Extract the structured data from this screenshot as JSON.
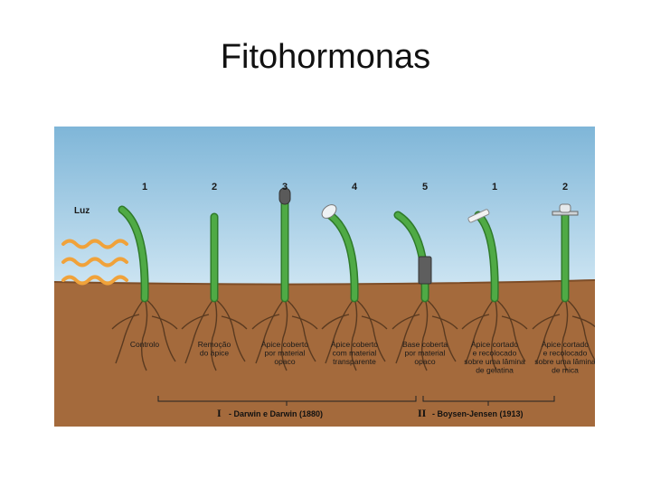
{
  "slide": {
    "title": "Fitohormonas"
  },
  "figure": {
    "light_label": "Luz",
    "colors": {
      "sky_top": "#7fb6d8",
      "sky_bottom": "#cfe6f3",
      "soil": "#a46a3c",
      "soil_dark": "#7e4d27",
      "stem": "#4faa45",
      "stem_dark": "#2f7a2a",
      "light_wave": "#f0a23a",
      "root": "#5a3a20"
    },
    "numbers": [
      "1",
      "2",
      "3",
      "4",
      "5",
      "1",
      "2"
    ],
    "captions": [
      [
        "Controlo"
      ],
      [
        "Remoção",
        "do ápice"
      ],
      [
        "Ápice coberto",
        "por material",
        "opaco"
      ],
      [
        "Ápice coberto",
        "com material",
        "transparente"
      ],
      [
        "Base coberta",
        "por material",
        "opaco"
      ],
      [
        "Ápice cortado",
        "e recolocado",
        "sobre uma lâmina",
        "de gelatina"
      ],
      [
        "Ápice cortado",
        "e recolocado",
        "sobre uma lâmina",
        "de mica"
      ]
    ],
    "groups": [
      {
        "numeral": "I",
        "label": "- Darwin e Darwin (1880)"
      },
      {
        "numeral": "II",
        "label": "- Boysen-Jensen (1913)"
      }
    ]
  }
}
